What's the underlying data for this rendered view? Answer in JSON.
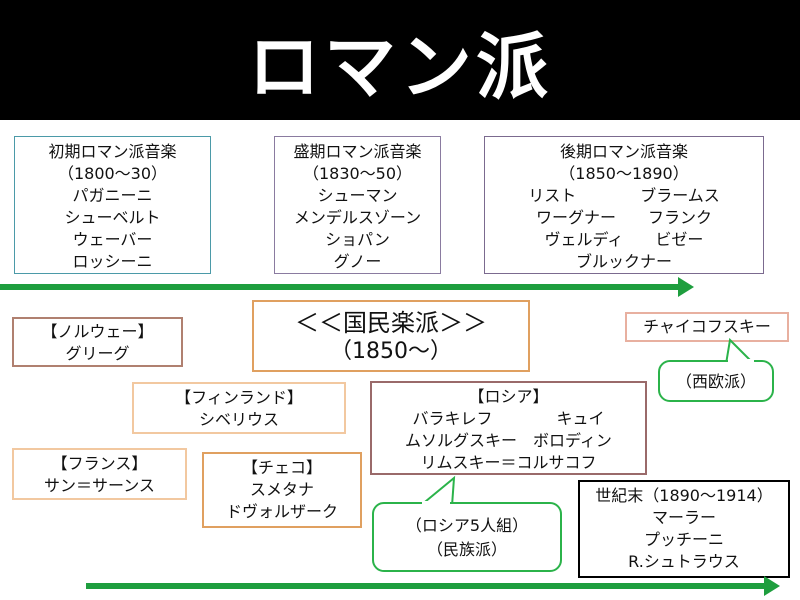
{
  "title": "ロマン派",
  "early": {
    "lines": [
      "初期ロマン派音楽",
      "（1800〜30）",
      "パガニーニ",
      "シューベルト",
      "ウェーバー",
      "ロッシーニ"
    ]
  },
  "middle": {
    "lines": [
      "盛期ロマン派音楽",
      "（1830〜50）",
      "シューマン",
      "メンデルスゾーン",
      "ショパン",
      "グノー"
    ]
  },
  "late": {
    "lines": [
      "後期ロマン派音楽",
      "（1850〜1890）",
      "リスト　　　　ブラームス",
      "ワーグナー　　フランク",
      "ヴェルディ　　ビゼー",
      "ブルックナー"
    ]
  },
  "national": {
    "line1": "＜＜国民楽派＞＞",
    "line2": "（1850〜）"
  },
  "norway": {
    "lines": [
      "【ノルウェー】",
      "グリーグ"
    ]
  },
  "finland": {
    "lines": [
      "【フィンランド】",
      "シベリウス"
    ]
  },
  "france": {
    "lines": [
      "【フランス】",
      "サン＝サーンス"
    ]
  },
  "czech": {
    "lines": [
      "【チェコ】",
      "スメタナ",
      "ドヴォルザーク"
    ]
  },
  "russia": {
    "lines": [
      "【ロシア】",
      "バラキレフ　　　　キュイ",
      "ムソルグスキー　ボロディン",
      "リムスキー＝コルサコフ"
    ]
  },
  "tchaikovsky": {
    "name": "チャイコフスキー",
    "note": "（西欧派）"
  },
  "russia_note": {
    "lines": [
      "（ロシア5人組）",
      "（民族派）"
    ]
  },
  "fin_de_siecle": {
    "lines": [
      "世紀末（1890〜1914）",
      "マーラー",
      "プッチーニ",
      "R.シュトラウス"
    ]
  },
  "colors": {
    "arrow": "#1e9e3e",
    "bubble": "#2bb34a",
    "early_border": "#4b9aa8",
    "late_border": "#7b6a8f"
  }
}
